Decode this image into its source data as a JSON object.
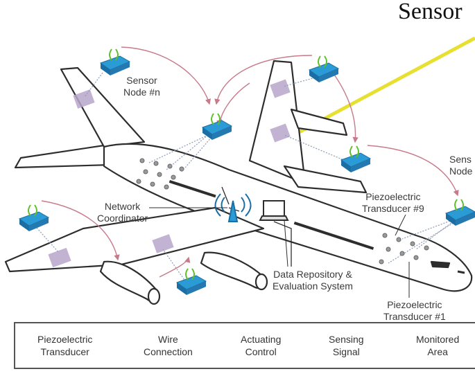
{
  "title": "Sensor",
  "labels": {
    "sensor_node_n_line1": "Sensor",
    "sensor_node_n_line2": "Node #n",
    "sensor_node_right_line1": "Sens",
    "sensor_node_right_line2": "Node",
    "network_coordinator_line1": "Network",
    "network_coordinator_line2": "Coordinator",
    "transducer9_line1": "Piezoelectric",
    "transducer9_line2": "Transducer #9",
    "data_repo_line1": "Data Repository &",
    "data_repo_line2": "Evaluation System",
    "transducer1_line1": "Piezoelectric",
    "transducer1_line2": "Transducer #1"
  },
  "legend": {
    "piezo_line1": "Piezoelectric",
    "piezo_line2": "Transducer",
    "wire_line1": "Wire",
    "wire_line2": "Connection",
    "actuating_line1": "Actuating",
    "actuating_line2": "Control",
    "sensing_line1": "Sensing",
    "sensing_line2": "Signal",
    "monitored_line1": "Monitored",
    "monitored_line2": "Area"
  },
  "colors": {
    "sensor_node": "#2b9bd6",
    "sensor_node_dark": "#1b6ea3",
    "antenna_green": "#5fbf2a",
    "monitored_area": "#b7a6cc",
    "laser": "#e8e030",
    "actuating": "#c77a8a",
    "sensing": "#8a9ab8",
    "outline": "#2d2d2d"
  }
}
